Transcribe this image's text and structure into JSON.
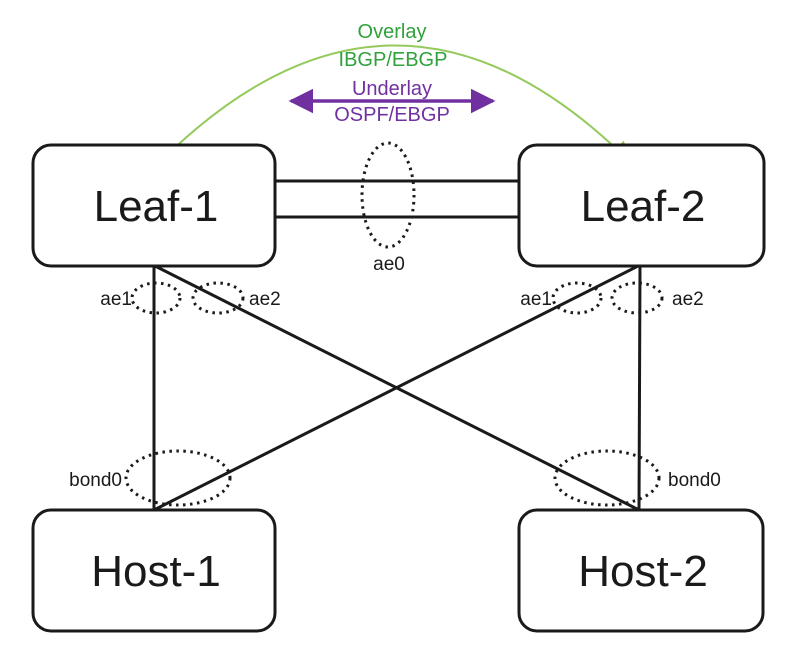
{
  "diagram": {
    "title_implied": "Leaf / Host network topology",
    "annotations": {
      "overlay": {
        "title": "Overlay",
        "protocols": "IBGP/EBGP"
      },
      "underlay": {
        "title": "Underlay",
        "protocols": "OSPF/EBGP"
      }
    },
    "nodes": {
      "leaf1": {
        "label": "Leaf-1"
      },
      "leaf2": {
        "label": "Leaf-2"
      },
      "host1": {
        "label": "Host-1"
      },
      "host2": {
        "label": "Host-2"
      }
    },
    "interfaces": {
      "peer_link": "ae0",
      "leaf1_ae1": "ae1",
      "leaf1_ae2": "ae2",
      "leaf2_ae1": "ae1",
      "leaf2_ae2": "ae2",
      "host1_bond": "bond0",
      "host2_bond": "bond0"
    },
    "colors": {
      "overlay_green": "#94ca5b",
      "overlay_text_green": "#2fa23c",
      "underlay_purple": "#7030a0",
      "line_black": "#1a1a1a",
      "node_fill": "#ffffff"
    }
  }
}
